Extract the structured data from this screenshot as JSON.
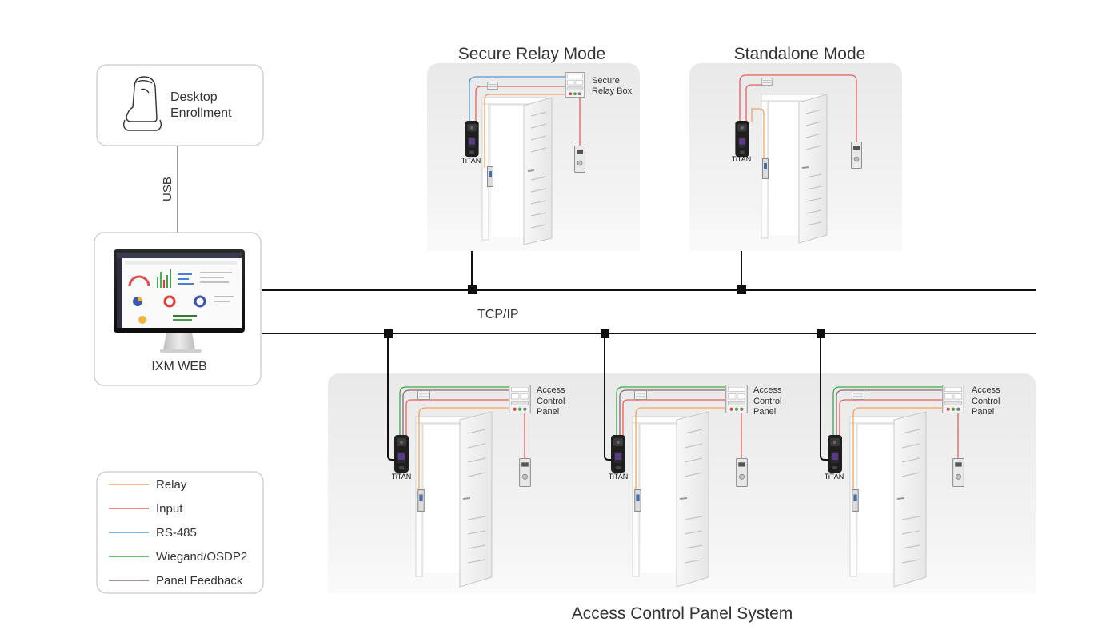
{
  "desktop": {
    "label_line1": "Desktop",
    "label_line2": "Enrollment"
  },
  "usb": {
    "label": "USB"
  },
  "ixm": {
    "label": "IXM WEB"
  },
  "network": {
    "label": "TCP/IP"
  },
  "secure_relay": {
    "title": "Secure Relay Mode",
    "box_line1": "Secure",
    "box_line2": "Relay Box",
    "device": "TiTAN"
  },
  "standalone": {
    "title": "Standalone Mode",
    "device": "TiTAN"
  },
  "acp_system": {
    "title": "Access Control Panel System",
    "panel_line1": "Access",
    "panel_line2": "Control",
    "panel_line3": "Panel",
    "device": "TiTAN"
  },
  "legend": [
    {
      "label": "Relay",
      "color": "#f5a25c"
    },
    {
      "label": "Input",
      "color": "#e8605b"
    },
    {
      "label": "RS-485",
      "color": "#4a9de0"
    },
    {
      "label": "Wiegand/OSDP2",
      "color": "#3aa845"
    },
    {
      "label": "Panel Feedback",
      "color": "#8e6a7a"
    }
  ]
}
